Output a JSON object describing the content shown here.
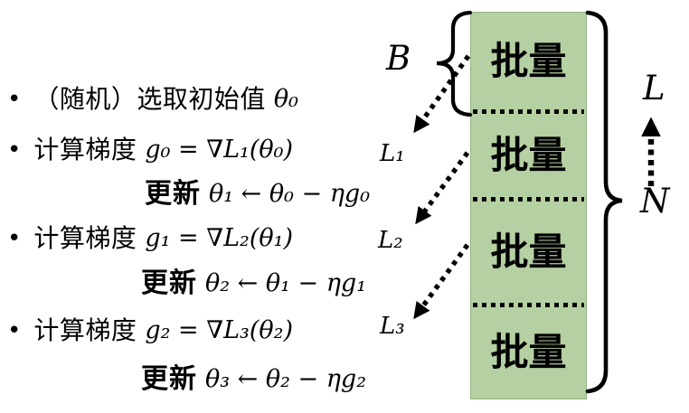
{
  "ui": {
    "bullet": "•"
  },
  "steps": [
    {
      "label": "（随机）选取初始值",
      "math": "θ₀"
    },
    {
      "label": "计算梯度",
      "math": "g₀ = ∇L₁(θ₀)"
    },
    {
      "label": "更新",
      "math": "θ₁ ← θ₀ − ηg₀"
    },
    {
      "label": "计算梯度",
      "math": "g₁ = ∇L₂(θ₁)"
    },
    {
      "label": "更新",
      "math": "θ₂ ← θ₁ − ηg₁"
    },
    {
      "label": "计算梯度",
      "math": "g₂ = ∇L₃(θ₂)"
    },
    {
      "label": "更新",
      "math": "θ₃ ← θ₂ − ηg₂"
    }
  ],
  "diagram": {
    "batch_label": "批量",
    "batch_size_label": "B",
    "dataset_size_label": "N",
    "loss_label": "L",
    "batch_loss_labels": [
      "L₁",
      "L₂",
      "L₃"
    ]
  },
  "colors": {
    "batch_fill": "#b5d0a2",
    "batch_border": "#94b480",
    "ink": "#000000",
    "background": "#ffffff"
  }
}
